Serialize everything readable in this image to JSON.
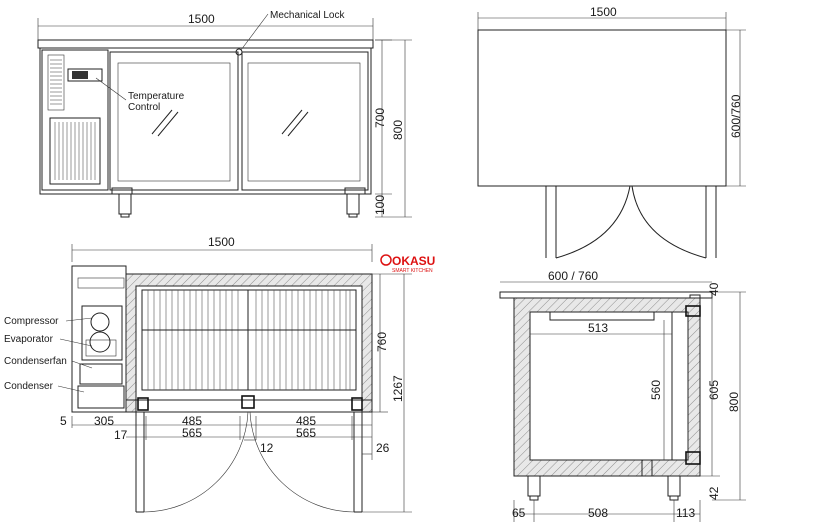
{
  "labels": {
    "mechanical_lock": "Mechanical Lock",
    "temperature_control_1": "Temperature",
    "temperature_control_2": "Control",
    "compressor": "Compressor",
    "evaporator": "Evaporator",
    "condenser_fan": "Condenserfan",
    "condenser": "Condenser"
  },
  "front_view": {
    "width": "1500",
    "height_body": "700",
    "height_total": "800",
    "leg_height": "100"
  },
  "side_view_top": {
    "width": "1500",
    "depth": "600/760"
  },
  "plan_view": {
    "width": "1500",
    "depth": "760",
    "open_depth": "1267",
    "left_gap": "5",
    "machine_width": "305",
    "door_clear_1": "485",
    "door_clear_2": "485",
    "door_total_1": "565",
    "door_total_2": "565",
    "offset_17": "17",
    "offset_12": "12",
    "offset_26": "26"
  },
  "section_view": {
    "depth": "600 / 760",
    "top_thickness": "40",
    "shelf_depth": "513",
    "inner_height": "560",
    "body_height": "605",
    "total_height": "800",
    "leg_height": "42",
    "left_offset": "65",
    "base_depth": "508",
    "right_offset": "113"
  },
  "logo": {
    "text": "OKASU",
    "tagline": "SMART KITCHEN"
  }
}
